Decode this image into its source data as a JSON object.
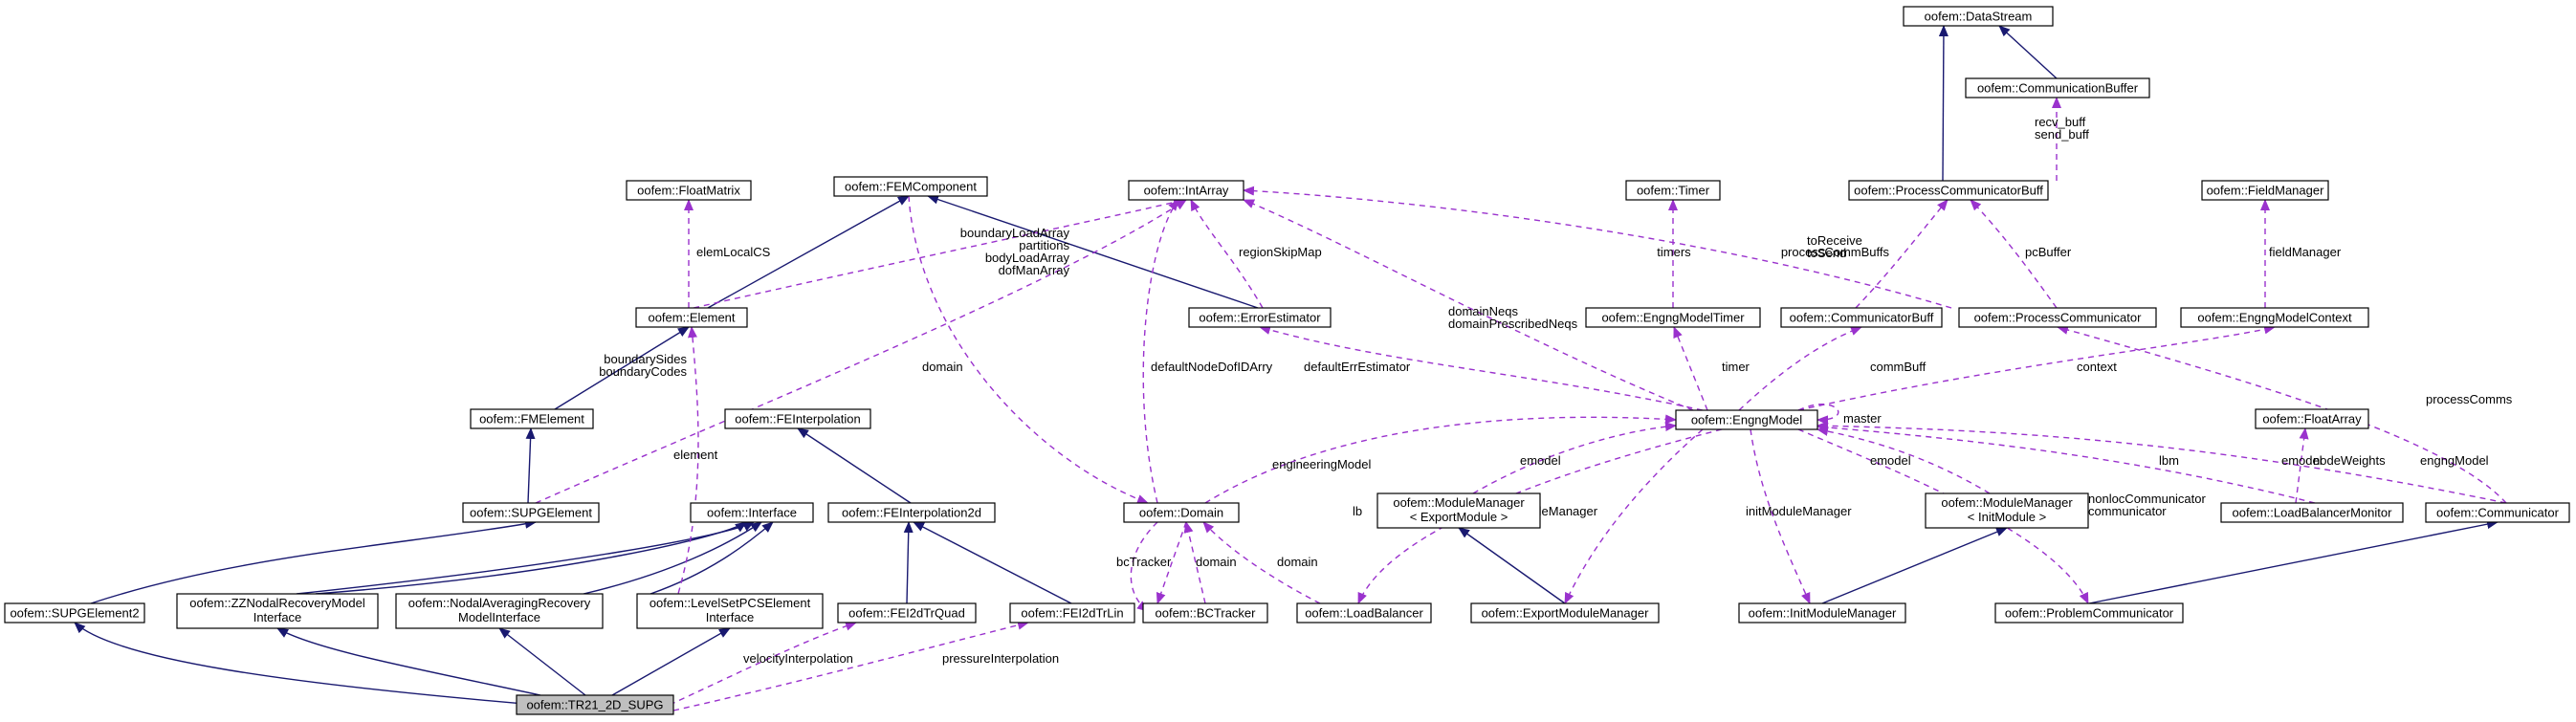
{
  "nodes": {
    "datastream": {
      "lines": [
        "oofem::DataStream"
      ]
    },
    "commbuffer": {
      "lines": [
        "oofem::CommunicationBuffer"
      ]
    },
    "floatmatrix": {
      "lines": [
        "oofem::FloatMatrix"
      ]
    },
    "femcomponent": {
      "lines": [
        "oofem::FEMComponent"
      ]
    },
    "intarray": {
      "lines": [
        "oofem::IntArray"
      ]
    },
    "timer": {
      "lines": [
        "oofem::Timer"
      ]
    },
    "pcommbuff": {
      "lines": [
        "oofem::ProcessCommunicatorBuff"
      ]
    },
    "fieldmanager": {
      "lines": [
        "oofem::FieldManager"
      ]
    },
    "element": {
      "lines": [
        "oofem::Element"
      ]
    },
    "errorestimator": {
      "lines": [
        "oofem::ErrorEstimator"
      ]
    },
    "engngmodeltimer": {
      "lines": [
        "oofem::EngngModelTimer"
      ]
    },
    "communicatorbuff": {
      "lines": [
        "oofem::CommunicatorBuff"
      ]
    },
    "processcommunicator": {
      "lines": [
        "oofem::ProcessCommunicator"
      ]
    },
    "engngmodelcontext": {
      "lines": [
        "oofem::EngngModelContext"
      ]
    },
    "fmelement": {
      "lines": [
        "oofem::FMElement"
      ]
    },
    "feinterpolation": {
      "lines": [
        "oofem::FEInterpolation"
      ]
    },
    "engngmodel": {
      "lines": [
        "oofem::EngngModel"
      ]
    },
    "floatarray": {
      "lines": [
        "oofem::FloatArray"
      ]
    },
    "supgelement": {
      "lines": [
        "oofem::SUPGElement"
      ]
    },
    "interface": {
      "lines": [
        "oofem::Interface"
      ]
    },
    "feinterpolation2d": {
      "lines": [
        "oofem::FEInterpolation2d"
      ]
    },
    "domain": {
      "lines": [
        "oofem::Domain"
      ]
    },
    "mmexport": {
      "lines": [
        "oofem::ModuleManager",
        "< ExportModule >"
      ]
    },
    "mminit": {
      "lines": [
        "oofem::ModuleManager",
        "< InitModule >"
      ]
    },
    "loadbalancermonitor": {
      "lines": [
        "oofem::LoadBalancerMonitor"
      ]
    },
    "communicator": {
      "lines": [
        "oofem::Communicator"
      ]
    },
    "supgelement2": {
      "lines": [
        "oofem::SUPGElement2"
      ]
    },
    "zznodal": {
      "lines": [
        "oofem::ZZNodalRecoveryModel",
        "Interface"
      ]
    },
    "nodalavg": {
      "lines": [
        "oofem::NodalAveragingRecovery",
        "ModelInterface"
      ]
    },
    "levelset": {
      "lines": [
        "oofem::LevelSetPCSElement",
        "Interface"
      ]
    },
    "fei2dtrquad": {
      "lines": [
        "oofem::FEI2dTrQuad"
      ]
    },
    "fei2dtrlin": {
      "lines": [
        "oofem::FEI2dTrLin"
      ]
    },
    "bctracker": {
      "lines": [
        "oofem::BCTracker"
      ]
    },
    "loadbalancer": {
      "lines": [
        "oofem::LoadBalancer"
      ]
    },
    "exportmm": {
      "lines": [
        "oofem::ExportModuleManager"
      ]
    },
    "initmm": {
      "lines": [
        "oofem::InitModuleManager"
      ]
    },
    "problemcomm": {
      "lines": [
        "oofem::ProblemCommunicator"
      ]
    },
    "tr21": {
      "lines": [
        "oofem::TR21_2D_SUPG"
      ]
    }
  },
  "edge_labels": {
    "recv_send": [
      "recv_buff",
      "send_buff"
    ],
    "elemLocalCS": [
      "elemLocalCS"
    ],
    "boundaryLoad": [
      "boundaryLoadArray",
      "partitions",
      "bodyLoadArray",
      "dofManArray"
    ],
    "regionSkipMap": [
      "regionSkipMap"
    ],
    "timers": [
      "timers"
    ],
    "processCommBuffs": [
      "processCommBuffs"
    ],
    "pcBuffer": [
      "pcBuffer"
    ],
    "toReceive": [
      "toReceive",
      "toSend"
    ],
    "fieldManager": [
      "fieldManager"
    ],
    "domainNeqs": [
      "domainNeqs",
      "domainPrescribedNeqs"
    ],
    "boundarySides": [
      "boundarySides",
      "boundaryCodes"
    ],
    "domain_fem": [
      "domain"
    ],
    "defaultNodeDofIDArry": [
      "defaultNodeDofIDArry"
    ],
    "defaultErrEstimator": [
      "defaultErrEstimator"
    ],
    "timer": [
      "timer"
    ],
    "commBuff": [
      "commBuff"
    ],
    "context": [
      "context"
    ],
    "processComms": [
      "processComms"
    ],
    "element": [
      "element"
    ],
    "engineeringModel": [
      "engineeringModel"
    ],
    "emodel_mm": [
      "emodel"
    ],
    "emodel_init": [
      "emodel"
    ],
    "master": [
      "master"
    ],
    "lbm": [
      "lbm"
    ],
    "emodel_lbm": [
      "emodel"
    ],
    "engngModel": [
      "engngModel"
    ],
    "nodeWeights": [
      "nodeWeights"
    ],
    "lb": [
      "lb"
    ],
    "exportModuleManager": [
      "exportModuleManager"
    ],
    "initModuleManager": [
      "initModuleManager"
    ],
    "nonlocComm": [
      "nonlocCommunicator",
      "communicator"
    ],
    "bcTracker": [
      "bcTracker"
    ],
    "domain_bc": [
      "domain"
    ],
    "domain_lb": [
      "domain"
    ],
    "velocityInterpolation": [
      "velocityInterpolation"
    ],
    "pressureInterpolation": [
      "pressureInterpolation"
    ]
  }
}
